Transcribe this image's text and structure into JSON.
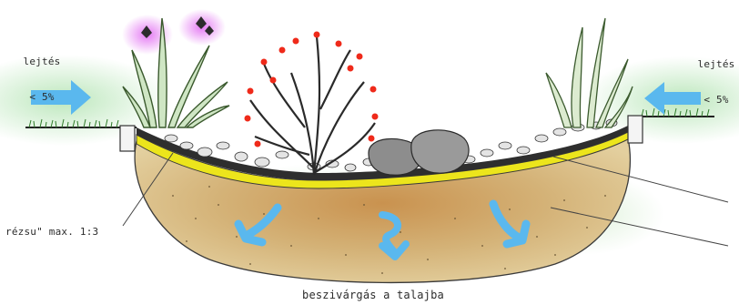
{
  "labels": {
    "slope_left_line1": "lejtés",
    "slope_left_line2": "< 5%",
    "slope_right_line1": "lejtés",
    "slope_right_line2": "< 5%",
    "side_slope": "rézsu\" max. 1:3",
    "infiltration": "beszivárgás a talajba"
  },
  "icons": {
    "inflow_arrows": "blue-arrow-icon",
    "infiltration_arrows": "blue-curved-arrow-icon",
    "curbs": "curb-block-icon"
  },
  "colors": {
    "arrow": "#5ab8ee",
    "grass_glow": "#bfe8bf",
    "filter_layer": "#e9e41a",
    "soil": "#cfa867",
    "soil_deep": "#c28a45",
    "stones": "#d9d9d9",
    "berries": "#ef2a1a",
    "iris_glow": "#e06cf0"
  }
}
